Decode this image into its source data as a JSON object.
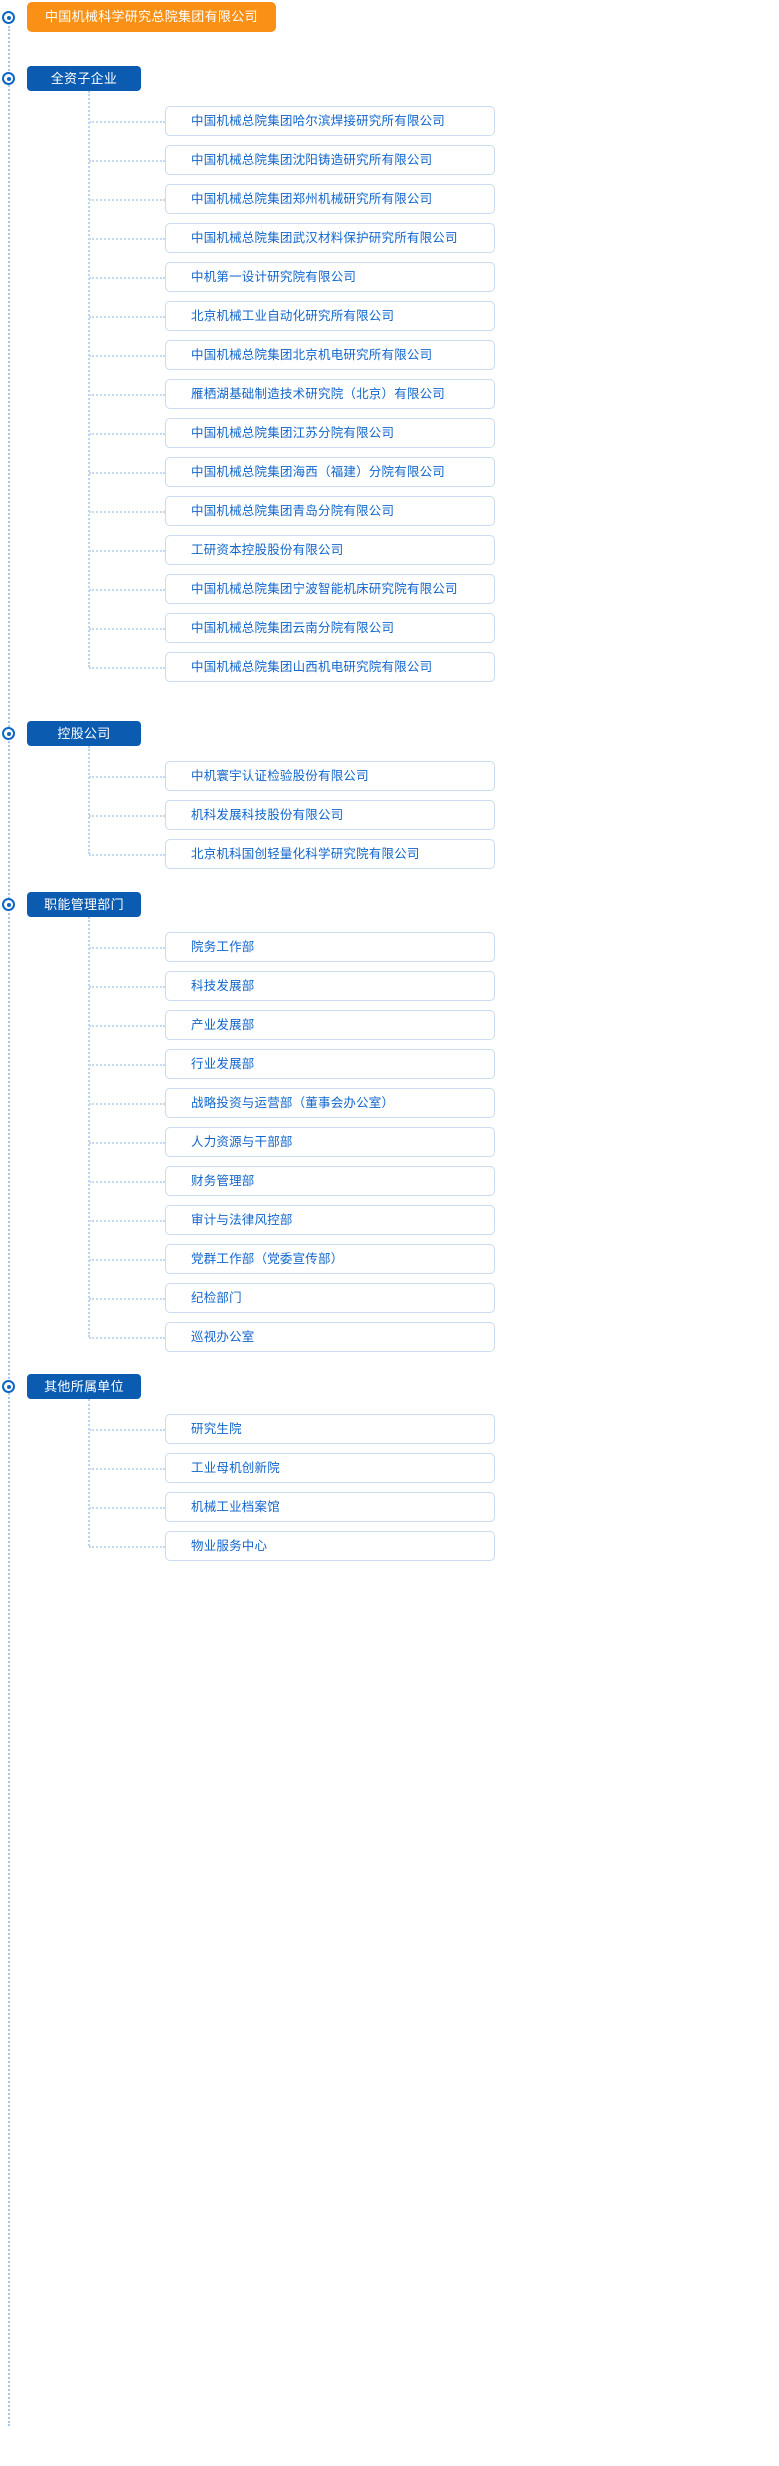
{
  "colors": {
    "root_bg": "#fa9016",
    "group_bg": "#0b5bb0",
    "leaf_text": "#1166cc",
    "leaf_border": "#cadced",
    "line": "#bcd4ec",
    "marker": "#1066c4"
  },
  "root": {
    "label": "中国机械科学研究总院集团有限公司"
  },
  "groups": [
    {
      "label": "全资子企业",
      "children": [
        "中国机械总院集团哈尔滨焊接研究所有限公司",
        "中国机械总院集团沈阳铸造研究所有限公司",
        "中国机械总院集团郑州机械研究所有限公司",
        "中国机械总院集团武汉材料保护研究所有限公司",
        "中机第一设计研究院有限公司",
        "北京机械工业自动化研究所有限公司",
        "中国机械总院集团北京机电研究所有限公司",
        "雁栖湖基础制造技术研究院（北京）有限公司",
        "中国机械总院集团江苏分院有限公司",
        "中国机械总院集团海西（福建）分院有限公司",
        "中国机械总院集团青岛分院有限公司",
        "工研资本控股股份有限公司",
        "中国机械总院集团宁波智能机床研究院有限公司",
        "中国机械总院集团云南分院有限公司",
        "中国机械总院集团山西机电研究院有限公司"
      ]
    },
    {
      "label": "控股公司",
      "children": [
        "中机寰宇认证检验股份有限公司",
        "机科发展科技股份有限公司",
        "北京机科国创轻量化科学研究院有限公司"
      ]
    },
    {
      "label": "职能管理部门",
      "children": [
        "院务工作部",
        "科技发展部",
        "产业发展部",
        "行业发展部",
        "战略投资与运营部（董事会办公室）",
        "人力资源与干部部",
        "财务管理部",
        "审计与法律风控部",
        "党群工作部（党委宣传部）",
        "纪检部门",
        "巡视办公室"
      ]
    },
    {
      "label": "其他所属单位",
      "children": [
        "研究生院",
        "工业母机创新院",
        "机械工业档案馆",
        "物业服务中心"
      ]
    }
  ]
}
